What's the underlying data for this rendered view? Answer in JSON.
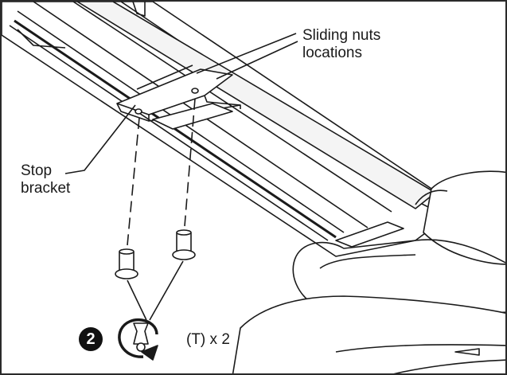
{
  "callouts": {
    "sliding_nuts_line1": "Sliding nuts",
    "sliding_nuts_line2": "locations",
    "stop_bracket_line1": "Stop",
    "stop_bracket_line2": "bracket"
  },
  "step": {
    "number": "2",
    "tool_icon": "torque-wrench-icon",
    "quantity_label": "(T) x 2"
  },
  "colors": {
    "line": "#1a1a1a",
    "background": "#ffffff"
  }
}
